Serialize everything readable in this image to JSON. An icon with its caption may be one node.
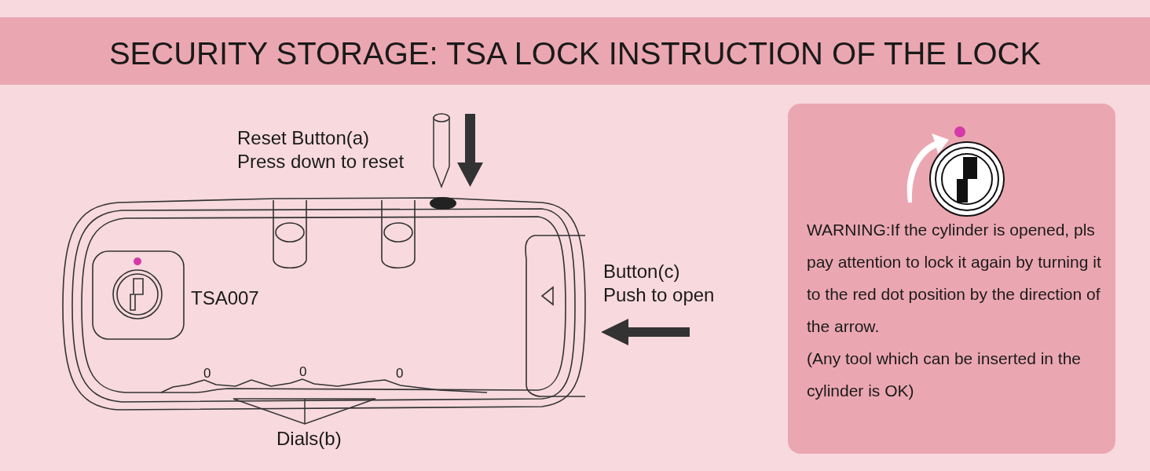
{
  "diagram": {
    "title": "SECURITY STORAGE: TSA LOCK INSTRUCTION OF THE LOCK",
    "nodes": [
      {
        "text": [
          "WARNING:If the cylinder is opened, pls pay attention to lock it again by turning it to the red dot position by the direction of the arrow.",
          "(Any tool which can be inserted in the cylinder is OK)"
        ]
      }
    ],
    "labels": [
      "Reset Button(a)",
      "Press down to reset",
      "TSA007",
      "0",
      "0",
      "0",
      "Button(c)",
      "Push to open",
      "Dials(b)"
    ]
  }
}
